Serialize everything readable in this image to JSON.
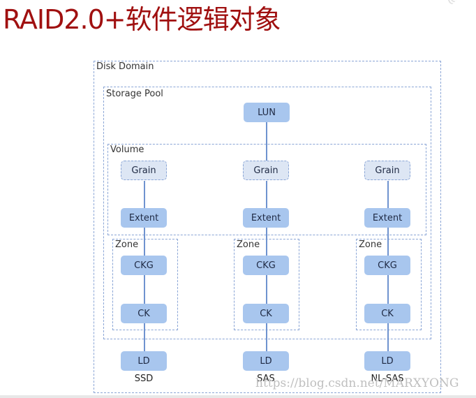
{
  "title": "RAID2.0+软件逻辑对象",
  "colors": {
    "title": "#a01010",
    "node_fill": "#a8c6ee",
    "grain_fill": "#dde6f4",
    "border_dashed": "#8aa5d6",
    "connector": "#6f93cf"
  },
  "containers": {
    "disk_domain": "Disk Domain",
    "storage_pool": "Storage Pool",
    "volume": "Volume",
    "zone": "Zone"
  },
  "top_node": "LUN",
  "columns": [
    {
      "grain": "Grain",
      "extent": "Extent",
      "zone": "Zone",
      "ckg": "CKG",
      "ck": "CK",
      "ld": "LD",
      "disk_type": "SSD"
    },
    {
      "grain": "Grain",
      "extent": "Extent",
      "zone": "Zone",
      "ckg": "CKG",
      "ck": "CK",
      "ld": "LD",
      "disk_type": "SAS"
    },
    {
      "grain": "Grain",
      "extent": "Extent",
      "zone": "Zone",
      "ckg": "CKG",
      "ck": "CK",
      "ld": "LD",
      "disk_type": "NL-SAS"
    }
  ],
  "watermark": "https://blog.csdn.net/MARXYONG"
}
